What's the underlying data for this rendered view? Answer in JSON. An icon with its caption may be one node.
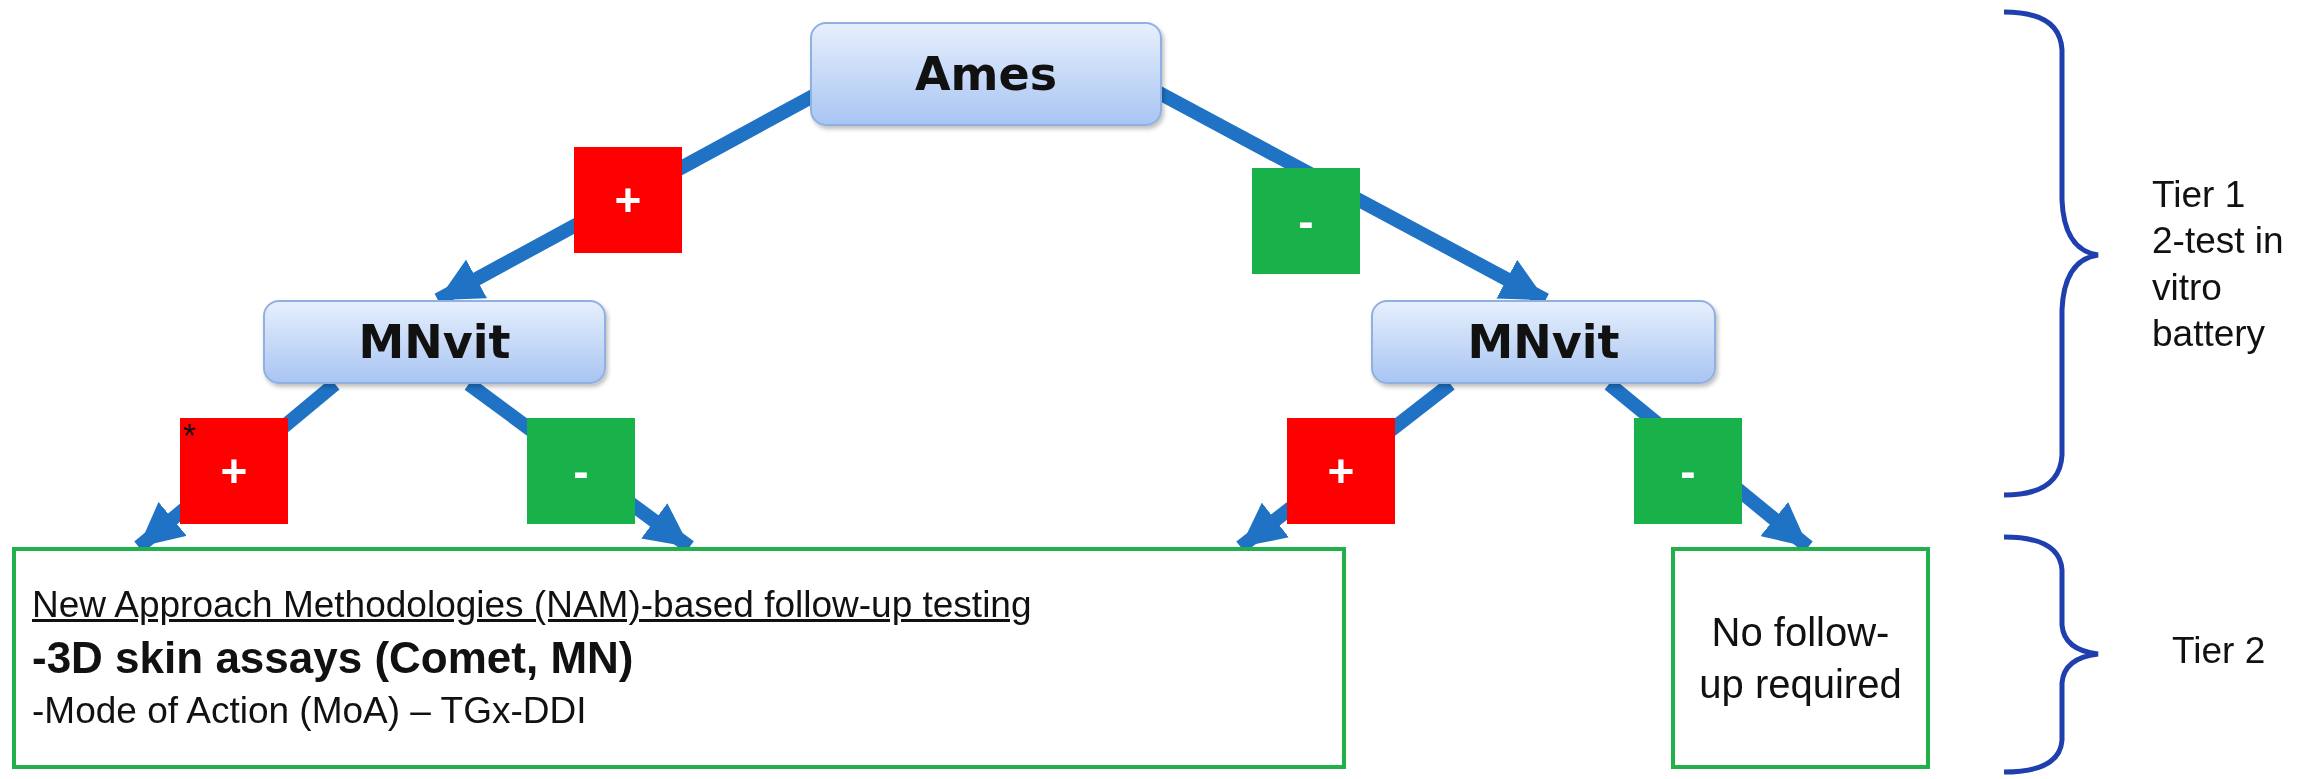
{
  "diagram": {
    "nodes": [
      {
        "text": [
          "Ames"
        ]
      },
      {
        "text": [
          "MNvit"
        ]
      },
      {
        "text": [
          "MNvit"
        ]
      },
      {
        "text": [
          "New Approach Methodologies (NAM)-based follow-up testing",
          "-3D skin assays (Comet, MN)",
          "-Mode of Action (MoA) – TGx-DDI"
        ]
      },
      {
        "text": [
          "No follow-up required"
        ]
      }
    ],
    "edges": [
      {
        "from": 0,
        "to": 1,
        "arrow": "to",
        "label": "+"
      },
      {
        "from": 0,
        "to": 2,
        "arrow": "to",
        "label": "-"
      },
      {
        "from": 1,
        "to": 3,
        "arrow": "to",
        "label": "+"
      },
      {
        "from": 1,
        "to": 3,
        "arrow": "to",
        "label": "-"
      },
      {
        "from": 2,
        "to": 3,
        "arrow": "to",
        "label": "+"
      },
      {
        "from": 2,
        "to": 4,
        "arrow": "to",
        "label": "-"
      }
    ],
    "labels": [
      "*",
      "Tier 1 2-test in vitro battery",
      "Tier 2"
    ]
  }
}
